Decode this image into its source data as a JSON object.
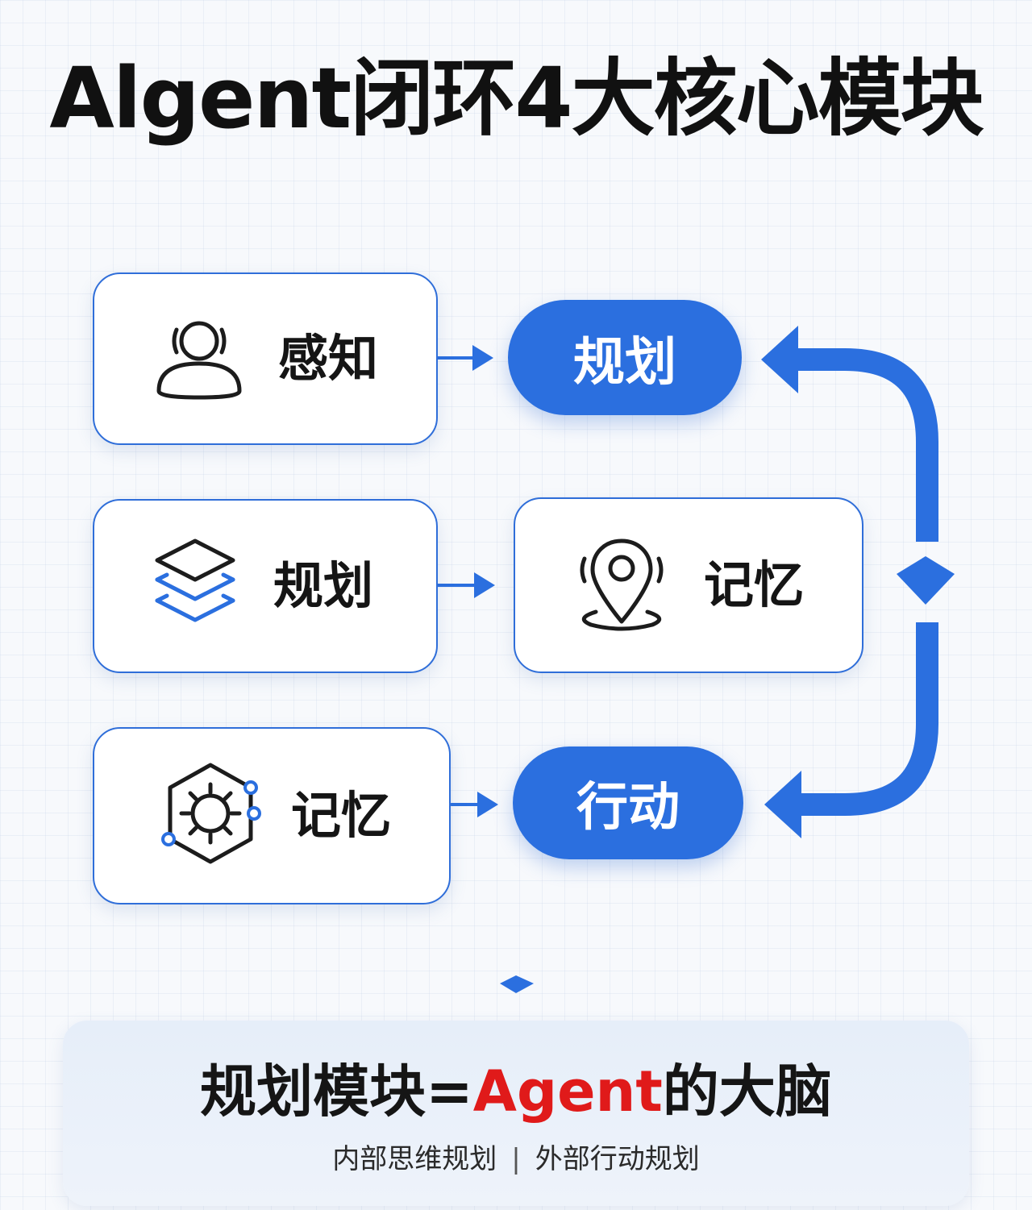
{
  "title": "Algent闭环4大核心模块",
  "modules": {
    "perception_card": {
      "label": "感知",
      "icon": "user-icon"
    },
    "planning_card": {
      "label": "规划",
      "icon": "layers-icon"
    },
    "memory_card_left": {
      "label": "记忆",
      "icon": "gear-hexagon-icon"
    },
    "planning_pill": {
      "label": "规划"
    },
    "memory_card_right": {
      "label": "记忆",
      "icon": "location-pin-icon"
    },
    "action_pill": {
      "label": "行动"
    }
  },
  "summary": {
    "prefix": "规划模块=",
    "highlight": "Agent",
    "suffix": "的大脑",
    "sub_left": "内部思维规划",
    "separator": "|",
    "sub_right": "外部行动规划"
  },
  "colors": {
    "accent_blue": "#2b6fdf",
    "card_border": "#2f6ed9",
    "highlight_red": "#e01a1a",
    "background": "#f7f9fc"
  }
}
